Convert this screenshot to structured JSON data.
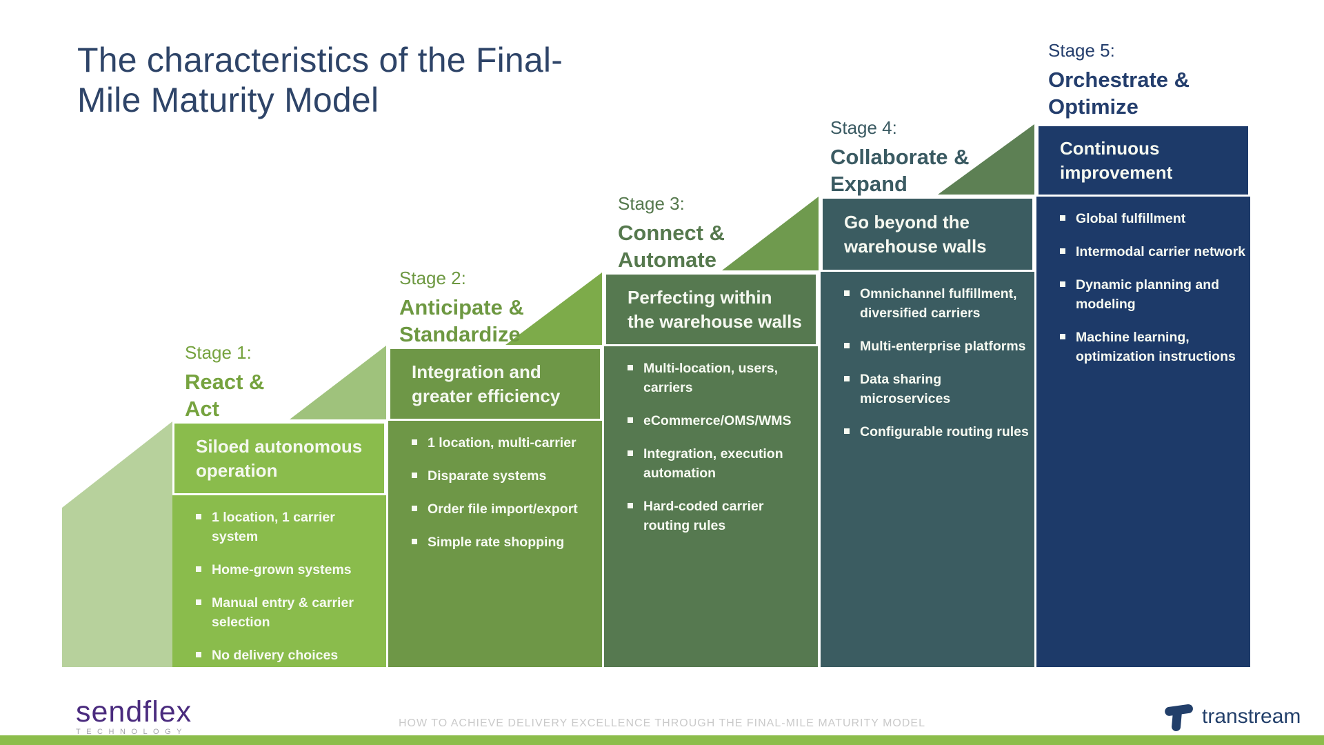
{
  "slide": {
    "title_line1": "The characteristics of the Final-",
    "title_line2": "Mile Maturity Model"
  },
  "stages": [
    {
      "label": "Stage 1:",
      "name_line1": "React &",
      "name_line2": "Act",
      "header": "Siloed autonomous operation",
      "bullets": [
        "1 location, 1 carrier system",
        "Home-grown systems",
        "Manual entry & carrier selection",
        "No delivery choices"
      ],
      "accent_color": "#76a33f",
      "column_color": "#8abc4c",
      "triangle_color": "#b7d19c"
    },
    {
      "label": "Stage 2:",
      "name_line1": "Anticipate &",
      "name_line2": "Standardize",
      "header": "Integration and greater efficiency",
      "bullets": [
        "1 location, multi-carrier",
        "Disparate systems",
        "Order file import/export",
        "Simple rate shopping"
      ],
      "accent_color": "#6d9841",
      "column_color": "#6e9747",
      "triangle_color": "#9fc27c"
    },
    {
      "label": "Stage 3:",
      "name_line1": "Connect &",
      "name_line2": "Automate",
      "header": "Perfecting within the warehouse walls",
      "bullets": [
        "Multi-location, users, carriers",
        "eCommerce/OMS/WMS",
        "Integration, execution automation",
        "Hard-coded carrier routing rules"
      ],
      "accent_color": "#56794e",
      "column_color": "#567950",
      "triangle_color": "#7dab4a"
    },
    {
      "label": "Stage 4:",
      "name_line1": "Collaborate &",
      "name_line2": "Expand",
      "header": "Go beyond the warehouse walls",
      "bullets": [
        "Omnichannel fulfillment, diversified carriers",
        "Multi-enterprise platforms",
        "Data sharing microservices",
        "Configurable routing rules"
      ],
      "accent_color": "#3a5a62",
      "column_color": "#3b5c61",
      "triangle_color": "#6f9a4e"
    },
    {
      "label": "Stage 5:",
      "name_line1": "Orchestrate &",
      "name_line2": "Optimize",
      "header": "Continuous improvement",
      "bullets": [
        "Global fulfillment",
        "Intermodal carrier network",
        "Dynamic planning and modeling",
        "Machine learning, optimization instructions"
      ],
      "accent_color": "#243e6d",
      "column_color": "#1d3a69",
      "triangle_color": "#5d8054"
    }
  ],
  "footer": {
    "brand_left": "sendflex",
    "brand_left_sub": "TECHNOLOGY",
    "center_text": "HOW TO ACHIEVE DELIVERY EXCELLENCE THROUGH THE FINAL-MILE MATURITY MODEL",
    "brand_right": "transtream"
  },
  "colors": {
    "title_navy": "#2e4468",
    "bottom_bar_green": "#8cbd4b",
    "sendflex_purple": "#4a2b7e",
    "transtream_navy": "#223f6a",
    "caption_gray": "#cacaca"
  }
}
